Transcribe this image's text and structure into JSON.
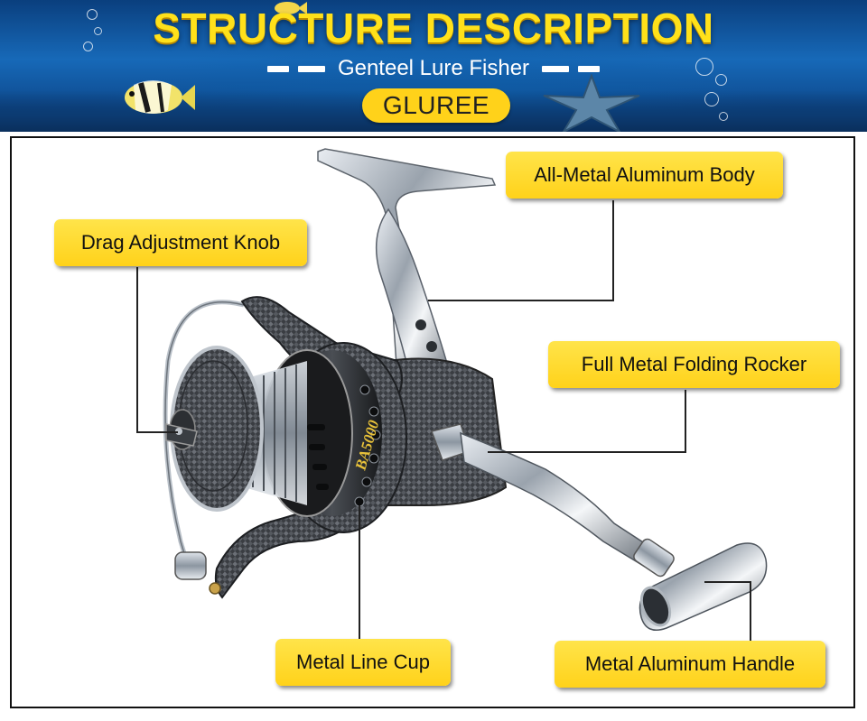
{
  "banner": {
    "title": "STRUCTURE DESCRIPTION",
    "subtitle": "Genteel Lure Fisher",
    "brand": "GLUREE"
  },
  "reel": {
    "model_marking": "BA5000"
  },
  "callouts": {
    "body": "All-Metal Aluminum Body",
    "drag_knob": "Drag Adjustment Knob",
    "rocker": "Full Metal Folding Rocker",
    "line_cup": "Metal Line Cup",
    "handle": "Metal Aluminum Handle"
  },
  "colors": {
    "accent_yellow": "#ffd21a",
    "title_yellow": "#ffe11a",
    "banner_blue": "#1769b8",
    "frame_border": "#111111"
  }
}
